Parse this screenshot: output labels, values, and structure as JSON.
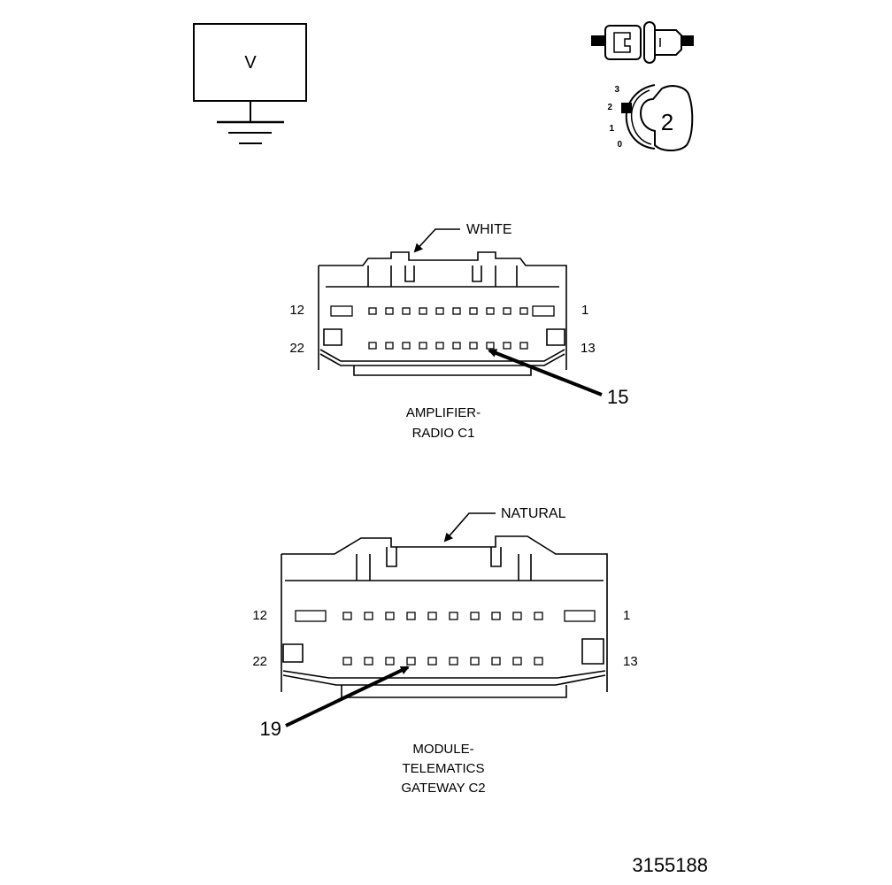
{
  "voltmeter": {
    "symbol": "V"
  },
  "switch_icon": {
    "positions": [
      "3",
      "2",
      "1",
      "0"
    ],
    "selected": "2"
  },
  "connector_c1": {
    "color_label": "WHITE",
    "pin_labels": {
      "top_left": "12",
      "top_right": "1",
      "bottom_left": "22",
      "bottom_right": "13"
    },
    "callout_pin": "15",
    "name_lines": [
      "AMPLIFIER-",
      "RADIO C1"
    ]
  },
  "connector_c2": {
    "color_label": "NATURAL",
    "pin_labels": {
      "top_left": "12",
      "top_right": "1",
      "bottom_left": "22",
      "bottom_right": "13"
    },
    "callout_pin": "19",
    "name_lines": [
      "MODULE-",
      "TELEMATICS",
      "GATEWAY C2"
    ]
  },
  "figure_id": "3155188"
}
